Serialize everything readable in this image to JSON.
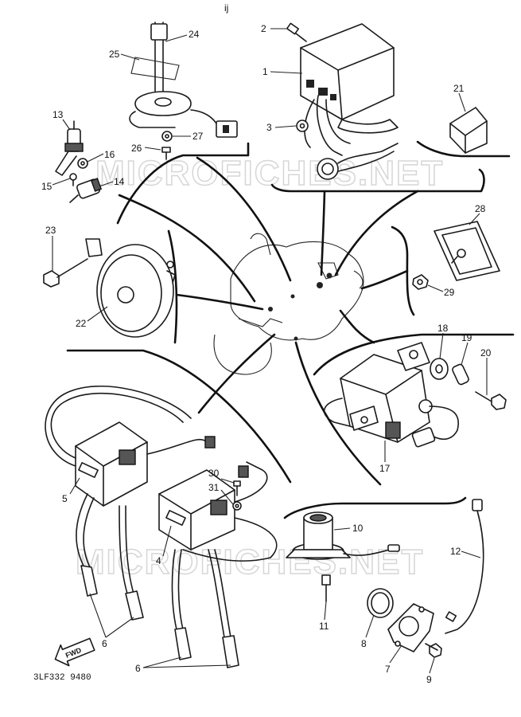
{
  "diagram": {
    "watermarks": [
      "MICROFICHES.NET",
      "MICROFICHES.NET"
    ],
    "drawing_code": "3LF332 9480",
    "direction_label": "FWD",
    "header_mark": "ij",
    "callouts": [
      {
        "id": "c1",
        "text": "1"
      },
      {
        "id": "c2",
        "text": "2"
      },
      {
        "id": "c3",
        "text": "3"
      },
      {
        "id": "c4",
        "text": "4"
      },
      {
        "id": "c5",
        "text": "5"
      },
      {
        "id": "c6a",
        "text": "6"
      },
      {
        "id": "c6b",
        "text": "6"
      },
      {
        "id": "c7",
        "text": "7"
      },
      {
        "id": "c8",
        "text": "8"
      },
      {
        "id": "c9",
        "text": "9"
      },
      {
        "id": "c10",
        "text": "10"
      },
      {
        "id": "c11",
        "text": "11"
      },
      {
        "id": "c12",
        "text": "12"
      },
      {
        "id": "c13",
        "text": "13"
      },
      {
        "id": "c14",
        "text": "14"
      },
      {
        "id": "c15",
        "text": "15"
      },
      {
        "id": "c16",
        "text": "16"
      },
      {
        "id": "c17",
        "text": "17"
      },
      {
        "id": "c18",
        "text": "18"
      },
      {
        "id": "c19",
        "text": "19"
      },
      {
        "id": "c20",
        "text": "20"
      },
      {
        "id": "c21",
        "text": "21"
      },
      {
        "id": "c22",
        "text": "22"
      },
      {
        "id": "c23",
        "text": "23"
      },
      {
        "id": "c24",
        "text": "24"
      },
      {
        "id": "c25",
        "text": "25"
      },
      {
        "id": "c26",
        "text": "26"
      },
      {
        "id": "c27",
        "text": "27"
      },
      {
        "id": "c28",
        "text": "28"
      },
      {
        "id": "c29",
        "text": "29"
      },
      {
        "id": "c30",
        "text": "30"
      },
      {
        "id": "c31",
        "text": "31"
      }
    ]
  }
}
